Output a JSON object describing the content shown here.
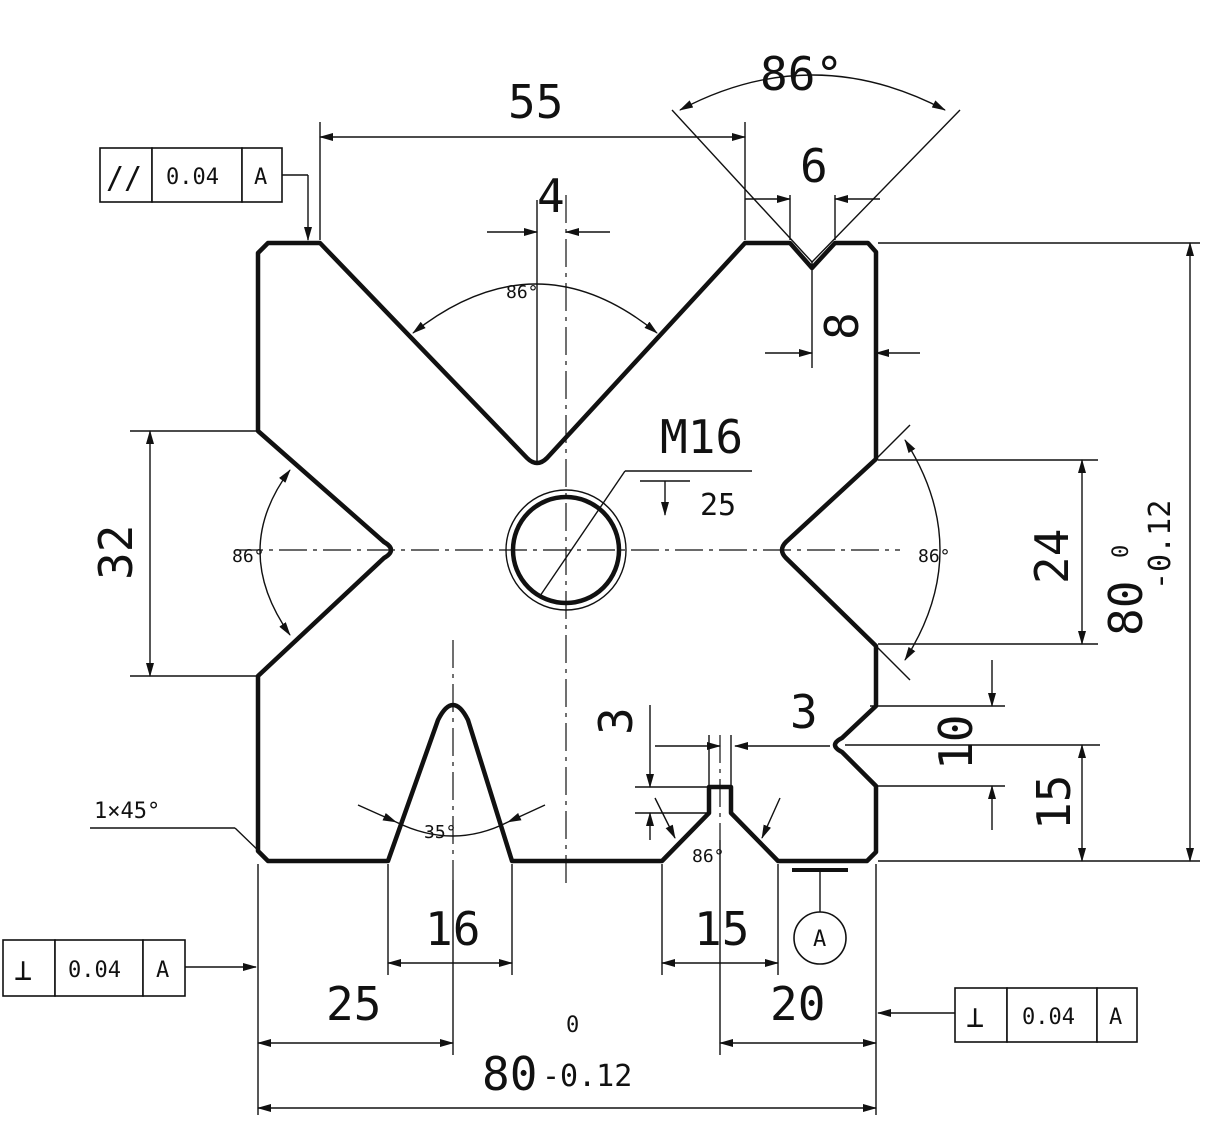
{
  "drawing": {
    "dims": {
      "top_55": "55",
      "angle_top_right": "86°",
      "slot_6": "6",
      "slot_4": "4",
      "depth_8": "8",
      "angle_top_v": "86°",
      "thread": "M16",
      "thread_depth": "25",
      "left_32": "32",
      "angle_left": "86°",
      "angle_right": "86°",
      "right_24": "24",
      "overall_h_main": "80",
      "overall_h_upper": "0",
      "overall_h_lower": "-0.12",
      "notch_3_right": "3",
      "notch_3_left": "3",
      "right_10": "10",
      "right_15": "15",
      "chamfer": "1×45°",
      "angle_35": "35°",
      "angle_bottom": "86°",
      "bottom_16": "16",
      "bottom_15": "15",
      "bottom_25": "25",
      "bottom_20": "20",
      "overall_w_main": "80",
      "overall_w_upper": "0",
      "overall_w_lower": "-0.12",
      "datum": "A"
    },
    "frames": {
      "top": {
        "symbol": "//",
        "value": "0.04",
        "datum": "A"
      },
      "left": {
        "symbol": "⊥",
        "value": "0.04",
        "datum": "A"
      },
      "right": {
        "symbol": "⊥",
        "value": "0.04",
        "datum": "A"
      }
    }
  }
}
